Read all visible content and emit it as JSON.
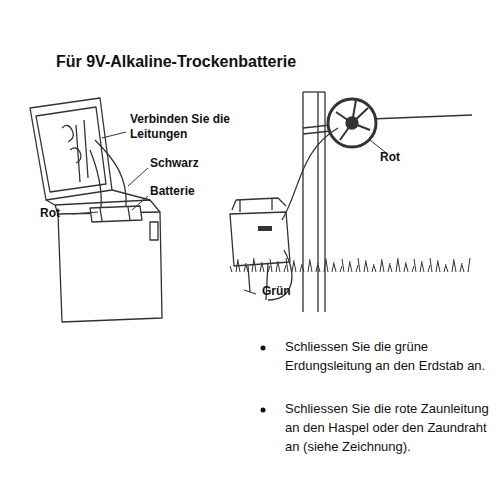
{
  "diagram": {
    "title": "Für 9V-Alkaline-Trockenbatterie",
    "labels": [
      "Verbinden Sie die Leitungen",
      "Schwarz",
      "Rot",
      "Batterie",
      "Rot",
      "Grün",
      "Schliessen Sie die grüne Erdungsleitung an den Erdstab an.",
      "Schliessen Sie die rote Zaunleitung an den Haspel oder den Zaundraht an (siehe Zeichnung)."
    ]
  }
}
